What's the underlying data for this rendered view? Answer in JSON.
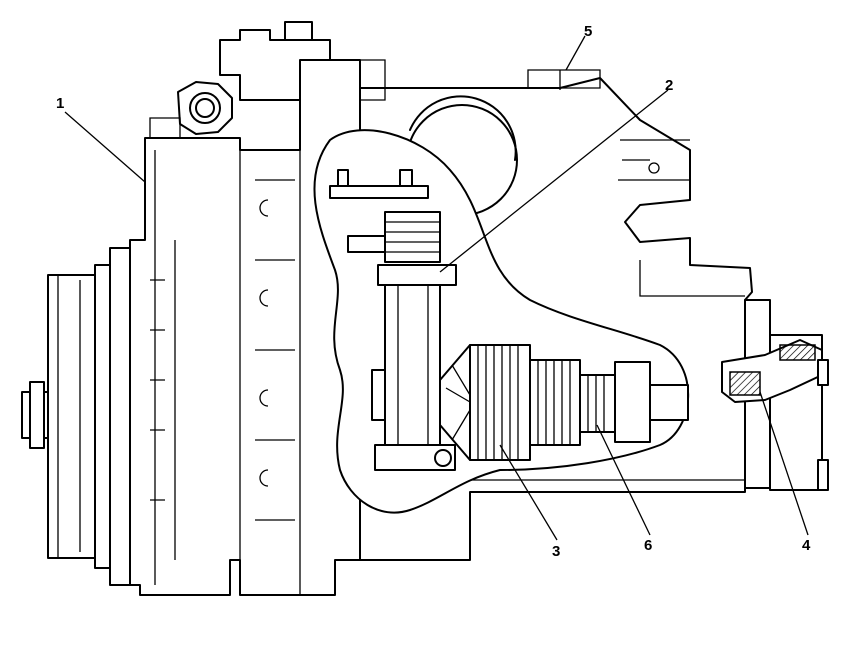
{
  "callouts": [
    {
      "id": "1",
      "label": "1"
    },
    {
      "id": "2",
      "label": "2"
    },
    {
      "id": "3",
      "label": "3"
    },
    {
      "id": "4",
      "label": "4"
    },
    {
      "id": "5",
      "label": "5"
    },
    {
      "id": "6",
      "label": "6"
    }
  ],
  "colors": {
    "line": "#000000",
    "background": "#ffffff",
    "hatch": "#000000"
  }
}
